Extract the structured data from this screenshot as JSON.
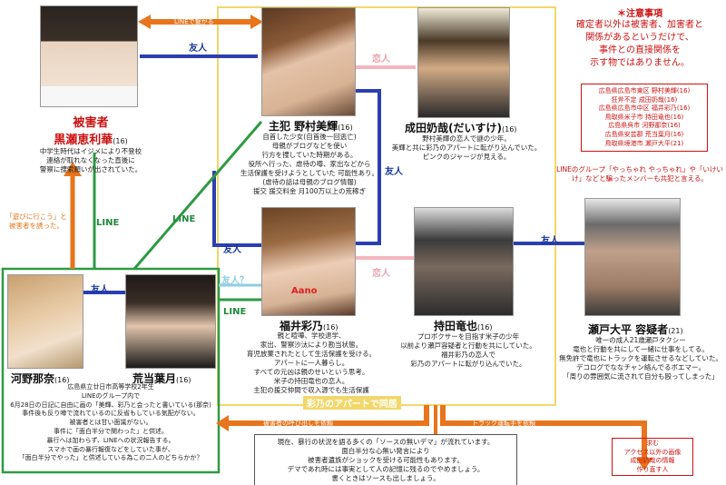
{
  "notice": {
    "title": "＊注意事項",
    "lines": [
      "確定者以外は被害者、加害者と",
      "関係があるというだけで、",
      "事件との直接関係を",
      "示す物ではありません。"
    ]
  },
  "others_list": [
    "広島県広島市東区 野村美輝(16)",
    "狂斧不定 成田奶哉(16)",
    "広島県広島市中区 福井彩乃(16)",
    "鳥取県米子市 持田竜也(16)",
    "広島県呉市 河野那奈(16)",
    "広島県安芸郡 荒当葉月(16)",
    "鳥取県境港市 瀬戸大平(21)"
  ],
  "line_group_note": "LINEのグループ「やっちゃれ やっちゃれ」や「いけいけ」などと騙ったメンバーも共犯と言える。",
  "victim": {
    "role": "被害者",
    "name": "黒瀬恵利華",
    "age": "(16)",
    "desc": [
      "中学生時代はイジメにより不登校",
      "連絡が取れなくなった直後に",
      "警察に捜索願いが出されていた。"
    ]
  },
  "nomura": {
    "name": "主犯 野村美輝",
    "age": "(16)",
    "desc": [
      "自首した少女(自首後一回逃亡)",
      "母親がブログなどを使い",
      "行方を捜していた時期がある。",
      "役所へ行った、虐待の噂、家出などから",
      "生活保護を受けようとしていた 可能性あり。",
      "(虐待の話は母親のブログ情報)",
      "援交 援交料金 月100万以上の荒稼ぎ"
    ]
  },
  "narita": {
    "name": "成田奶哉(だいすけ)",
    "age": "(16)",
    "desc": [
      "野村美輝の恋人で謎の少年。",
      "美輝と共に彩乃のアパートに転がり込んでいた。",
      "ピンクのジャージが見える。"
    ]
  },
  "fukui": {
    "name": "福井彩乃",
    "age": "(16)",
    "desc": [
      "親と喧嘩、学校退学、",
      "家出、警察沙汰により勘当状態。",
      "育児放棄されたとして生活保護を受ける。",
      "アパートに一人暮らし。",
      "すべての元凶は親のせいという思考。",
      "米子の持田竜也の恋人。",
      "主犯の援交仲間で収入源でも生活保護"
    ]
  },
  "mochida": {
    "name": "持田竜也",
    "age": "(16)",
    "desc": [
      "プロボクサーを目指す米子の少年",
      "以前より瀬戸容疑者と行動を共にしていた。",
      "福井彩乃の恋人で",
      "彩乃のアパートに転がり込んでいた。"
    ]
  },
  "seto": {
    "name": "瀬戸大平 容疑者",
    "age": "(21)",
    "desc": [
      "唯一の成人21歳瀬戸タクシー",
      "竜也と行動を共にして一緒に仕事をしてる。",
      "無免許で竜也にトラックを運転させるなどしていた。",
      "デコログでななチャン絡んでるボエマー。",
      "「周りの雰囲気に流されて自分も殴ってしまった」"
    ]
  },
  "kono": {
    "name": "河野那奈",
    "age": "(16)"
  },
  "arato": {
    "name": "荒当葉月",
    "age": "(16)"
  },
  "group_desc": [
    "広島県立廿日市高等学校2年生",
    "LINEのグループ内で",
    "6月28日の日記に自由に画の「美輝、彩乃と会ったと書いている(那奈)",
    "事件後も反り噂で流れているのに反省もしている気配がない。",
    "被害者とは甘い面識がない。",
    "事件に「面白半分で関わった」と供述。",
    "暴行へは加わらず、LINEへの状況報告する。",
    "スマホで画の暴行報復などをしていた事が、",
    "「面白半分でやった」と供述している為この二人のどちらかか？"
  ],
  "relations": {
    "friend": "友人",
    "lover": "恋人",
    "line": "LINE",
    "friend_q": "友人？",
    "line_exchange": "LINEで繋がる"
  },
  "apartment_label": "彩乃のアパートで同居",
  "callout_left": [
    "「遊びに行こう」と",
    "被害者を誘った。"
  ],
  "orange_bottom_left": "被害者の呼び出しを依頼",
  "orange_bottom_right": "トラック運転手を依頼",
  "bottom_note": [
    "現在、暴行の状況を語る多くの「ソースの無いデマ」が流れています。",
    "面白半分な心無い発言により",
    "被害者遺族がショックを受ける可能性もあります。",
    "デマであれ時には事実として人の記憶に残るのでやめましょう。",
    "書くときはソースも出しましょう。"
  ],
  "request": {
    "title": "求む",
    "lines": [
      "アクセス以外の画像",
      "成田奶哉の情報",
      "作り直す人"
    ]
  },
  "colors": {
    "friend_line": "#2b3fb0",
    "lover_line": "#f4b7c0",
    "line_green": "#2e9a44",
    "orange": "#e8741c",
    "yellow_frame": "#f2d76a",
    "red": "#cc1111"
  }
}
